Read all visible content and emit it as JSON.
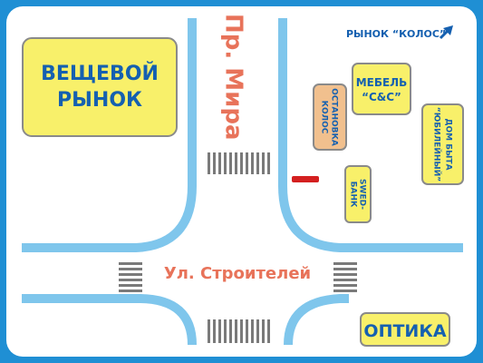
{
  "colors": {
    "frame": "#1f8fd4",
    "road_edge": "#7fc6ec",
    "ground": "#ffffff",
    "street_label": "#e8735a",
    "building_fill": "#f8f06a",
    "building_stroke": "#8a8a8a",
    "building_text": "#1560b0",
    "stop_fill": "#f1c08e",
    "stop_stroke": "#8a8a8a",
    "crosswalk": "#7a7a7a",
    "marker": "#d42020"
  },
  "streets": {
    "avenue": "Пр. Мира",
    "street": "Ул. Строителей"
  },
  "places": {
    "big_market": {
      "line1": "ВЕЩЕВОЙ",
      "line2": "РЫНОК"
    },
    "market_kolos": "РЫНОК “КОЛОС”",
    "furniture": {
      "line1": "МЕБЕЛЬ",
      "line2": "“С&С”"
    },
    "bus_stop": {
      "line1": "ОСТАНОВКА",
      "line2": "КОЛОС"
    },
    "service_house": {
      "line1": "ДОМ БЫТА",
      "line2": "“ЮБИЛЕЙНЫЙ”"
    },
    "bank": {
      "line1": "SWED-",
      "line2": "БАНК"
    },
    "optics": "ОПТИКА"
  },
  "icons": {
    "direction": "arrow-up-right-icon"
  }
}
